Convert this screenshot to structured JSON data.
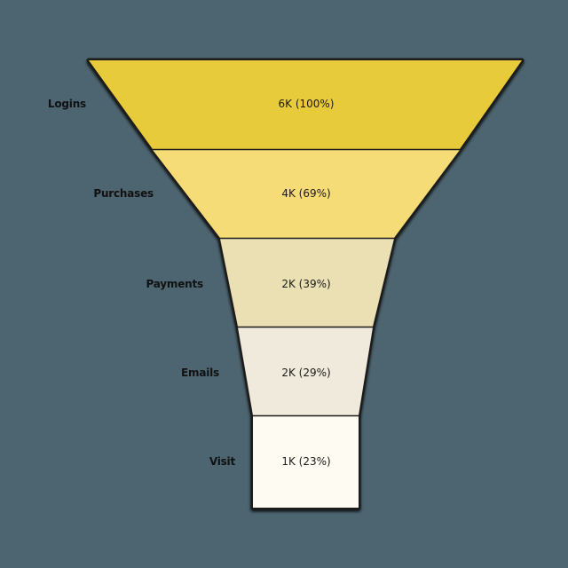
{
  "chart_data": {
    "type": "funnel",
    "title": "",
    "categories": [
      "Logins",
      "Purchases",
      "Payments",
      "Emails",
      "Visit"
    ],
    "values_display": [
      "6K",
      "4K",
      "2K",
      "2K",
      "1K"
    ],
    "percentages": [
      100,
      69,
      39,
      29,
      23
    ],
    "value_labels": [
      "6K (100%)",
      "4K (69%)",
      "2K (39%)",
      "2K (29%)",
      "1K (23%)"
    ],
    "colors": [
      "#e8cb3a",
      "#f6dc76",
      "#ebe0b4",
      "#efeadb",
      "#fefcf2"
    ],
    "stages": [
      {
        "name": "Logins",
        "label": "Logins",
        "value": "6K (100%)",
        "percent": 100,
        "color": "#e8cb3a"
      },
      {
        "name": "Purchases",
        "label": "Purchases",
        "value": "4K (69%)",
        "percent": 69,
        "color": "#f6dc76"
      },
      {
        "name": "Payments",
        "label": "Payments",
        "value": "2K (39%)",
        "percent": 39,
        "color": "#ebe0b4"
      },
      {
        "name": "Emails",
        "label": "Emails",
        "value": "2K (29%)",
        "percent": 29,
        "color": "#efeadb"
      },
      {
        "name": "Visit",
        "label": "Visit",
        "value": "1K (23%)",
        "percent": 23,
        "color": "#fefcf2"
      }
    ],
    "legend": "none",
    "grid": false,
    "background": "#4d6570"
  }
}
